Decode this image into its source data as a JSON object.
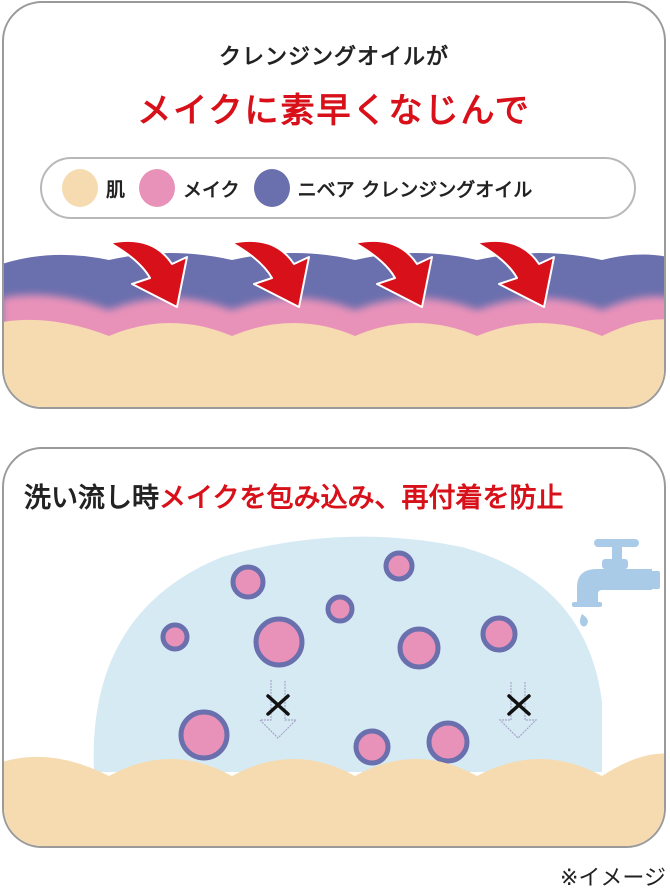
{
  "panel1": {
    "title_line1": "クレンジングオイルが",
    "title_line2": "メイクに素早くなじんで",
    "legend": [
      {
        "label": "肌",
        "color": "#f6dbb0",
        "icon": "skin-swatch"
      },
      {
        "label": "メイク",
        "color": "#e992b9",
        "icon": "makeup-swatch"
      },
      {
        "label": "ニベア クレンジングオイル",
        "color": "#6a6fae",
        "icon": "oil-swatch"
      }
    ],
    "arrow_count": 4,
    "arrow_color": "#d8101a"
  },
  "panel2": {
    "title_black": "洗い流し時",
    "title_red": "メイクを包み込み、再付着を防止",
    "bubble_color": "#d6eaf4",
    "faucet_color": "#a9cbe8",
    "blocked_marker": "×"
  },
  "colors": {
    "skin": "#f6dbb0",
    "makeup": "#e992b9",
    "oil": "#6a6fae",
    "accent_red": "#d8101a"
  },
  "footnote": "※イメージ"
}
